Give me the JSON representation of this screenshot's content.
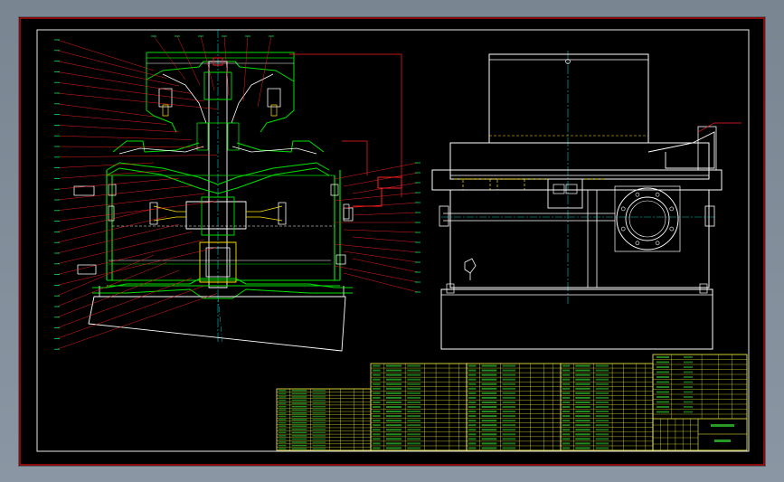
{
  "theme": {
    "frame_color": "#e01010",
    "inner_frame_color": "#e8e8e8",
    "part_color": "#ffffff",
    "cut_color": "#00e000",
    "hidden_color": "#ffe000",
    "leader_color": "#ff2020",
    "center_color": "#00c8c8",
    "dim_color": "#00ff60",
    "table_color": "#ffff40",
    "table_text_color": "#40ff40"
  },
  "views": {
    "section_view": {
      "name": "front-section-view",
      "view_type": "half-section"
    },
    "side_view": {
      "name": "side-elevation-view",
      "view_type": "elevation"
    }
  },
  "balloons": {
    "left_count": 30,
    "top_count": 6,
    "right_count": 14
  },
  "bom": {
    "blocks": 4,
    "rows_per_block": 19,
    "title_block": "right-bottom"
  }
}
